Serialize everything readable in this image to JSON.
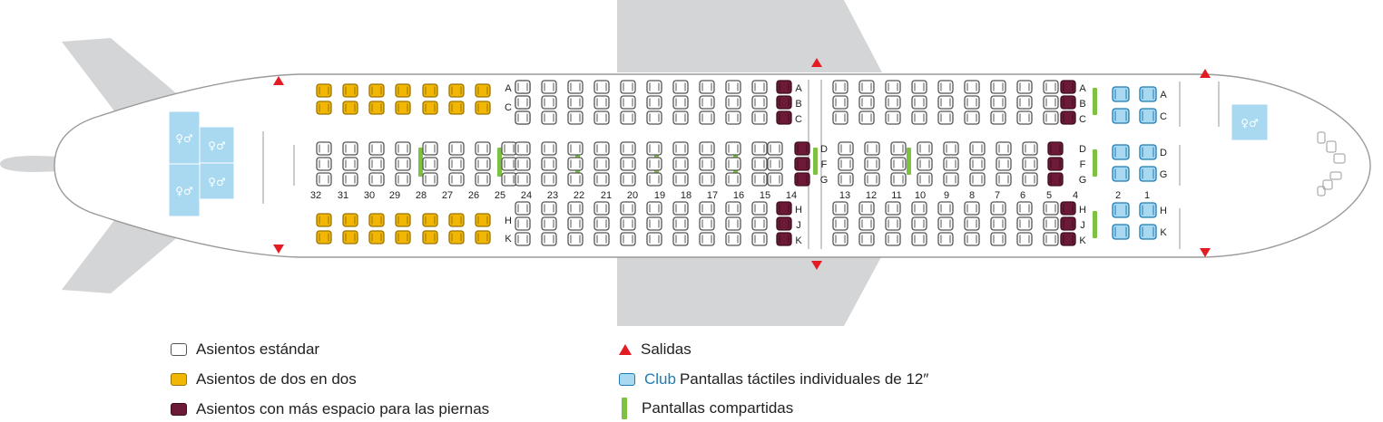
{
  "seatmap": {
    "row_numbers": [
      "32",
      "31",
      "30",
      "29",
      "28",
      "27",
      "26",
      "25",
      "24",
      "23",
      "22",
      "21",
      "20",
      "19",
      "18",
      "17",
      "16",
      "15",
      "14",
      "13",
      "12",
      "11",
      "10",
      "9",
      "8",
      "7",
      "6",
      "5",
      "4",
      "2",
      "1"
    ],
    "letters_aft": {
      "top": [
        "A",
        "C"
      ],
      "bottom": [
        "H",
        "K"
      ]
    },
    "letters_mid": {
      "top": [
        "A",
        "B",
        "C"
      ],
      "center": [
        "D",
        "F",
        "G"
      ],
      "bottom": [
        "H",
        "J",
        "K"
      ]
    },
    "letters_fwd": {
      "top": [
        "A",
        "B",
        "C"
      ],
      "center": [
        "D",
        "F",
        "G"
      ],
      "bottom": [
        "H",
        "J",
        "K"
      ]
    },
    "letters_club": {
      "top": [
        "A",
        "C"
      ],
      "center": [
        "D",
        "G"
      ],
      "bottom": [
        "H",
        "K"
      ]
    }
  },
  "legend": {
    "standard": "Asientos estándar",
    "paired": "Asientos de dos en dos",
    "extra_legroom": "Asientos con más espacio para las piernas",
    "exits": "Salidas",
    "club_prefix": "Club",
    "club": "Pantallas táctiles individuales de 12″",
    "shared_screens": "Pantallas compartidas"
  },
  "colors": {
    "standard_fill": "#ffffff",
    "paired_fill": "#f2b705",
    "extra_legroom_fill": "#6c1a37",
    "club_fill": "#a9d9f0",
    "exit_marker": "#e31b23",
    "shared_screen": "#7dc142",
    "lavatory": "#a9d9f0"
  },
  "icons": {
    "lavatory": "restroom-icon",
    "exit": "exit-triangle-icon",
    "screen": "shared-screen-icon"
  }
}
